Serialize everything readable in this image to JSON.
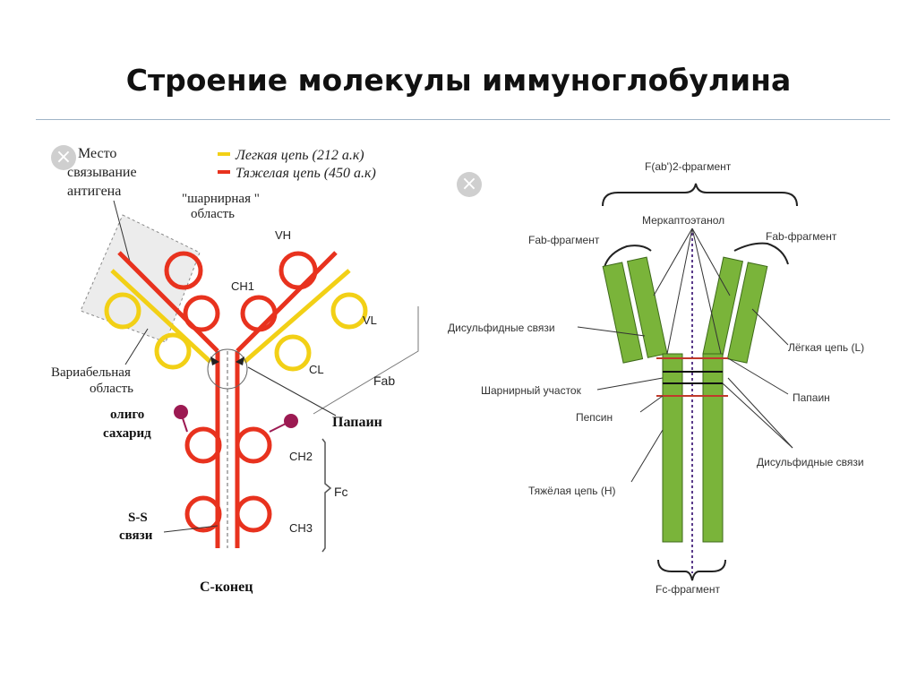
{
  "slide": {
    "title": "Строение молекулы иммуноглобулина"
  },
  "left": {
    "legend_light": "Легкая цепь (212 а.к)",
    "legend_heavy": "Тяжелая цепь (450 а.к)",
    "antigen_site": [
      "Место",
      "связывание",
      "антигена"
    ],
    "hinge": [
      "\"шарнирная \"",
      "область"
    ],
    "vh": "VH",
    "vl": "VL",
    "ch1": "CH1",
    "cl": "CL",
    "fab": "Fab",
    "variable": [
      "Вариабельная",
      "область"
    ],
    "papain": "Папаин",
    "oligosaccharide": [
      "олиго",
      "сахарид"
    ],
    "ch2": "CH2",
    "ch3": "CH3",
    "fc": "Fc",
    "ss_bond": [
      "S-S",
      "связи"
    ],
    "c_end": "С-конец",
    "colors": {
      "light_chain": "#f2d016",
      "heavy_chain": "#e8321e",
      "sugar": "#9c1a52"
    }
  },
  "right": {
    "f_ab2": "F(ab')2-фрагмент",
    "mercaptoethanol": "Меркаптоэтанол",
    "fab_left": "Fab-фрагмент",
    "fab_right": "Fab-фрагмент",
    "disulfide_left": "Дисульфидные связи",
    "light_chain": "Лёгкая цепь (L)",
    "hinge": "Шарнирный участок",
    "papain": "Папаин",
    "pepsin": "Пепсин",
    "disulfide_right": "Дисульфидные связи",
    "heavy_chain": "Тяжёлая цепь (H)",
    "fc_fragment": "Fc-фрагмент",
    "colors": {
      "chain": "#7ab43a",
      "chain_stroke": "#3e6a1a",
      "cut": "#c0392b",
      "dotted": "#5a3a8a"
    }
  }
}
